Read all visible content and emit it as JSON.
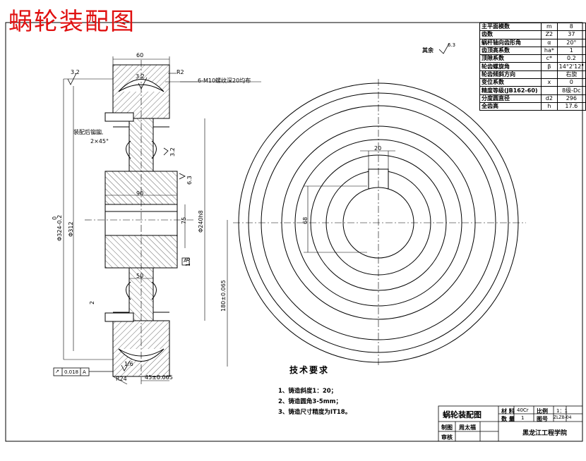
{
  "title": "蜗轮装配图",
  "params_table": [
    [
      "主平面模数",
      "m",
      "8"
    ],
    [
      "齿数",
      "Z2",
      "37"
    ],
    [
      "蜗杆轴向齿形角",
      "α",
      "20°"
    ],
    [
      "齿顶高系数",
      "ha*",
      "1"
    ],
    [
      "顶隙系数",
      "c*",
      "0.2"
    ],
    [
      "轮齿螺旋角",
      "β",
      "14°2'12\""
    ],
    [
      "轮齿倾斜方向",
      "",
      "右旋"
    ],
    [
      "变位系数",
      "x",
      "0"
    ],
    [
      "精度等级(JB162-60)",
      "",
      "8级-Dc"
    ],
    [
      "分度圆直径",
      "d2",
      "296"
    ],
    [
      "全齿高",
      "h",
      "17.6"
    ]
  ],
  "roughness": {
    "other_label": "其余",
    "other_value": "6.3",
    "r1": "3.2",
    "r2": "3.2",
    "r3": "3.2",
    "r4": "6.3",
    "r5": "1.6",
    "r6": "1.6"
  },
  "dims": {
    "d60": "60",
    "r2": "R2",
    "bolt_note": "6-M10螺纹深20均布",
    "rivet_note": "装配后铆铆",
    "chamfer": "2×45°",
    "d90": "90",
    "d50": "50",
    "d75": "75",
    "dia324": "Φ324-0.2",
    "dia324_tol": "0",
    "dia312": "Φ312",
    "dia240": "Φ240h8",
    "d180": "180±0.065",
    "d45": "45±0.065",
    "r24": "R24",
    "d2": "2",
    "tol_frame_1": "↗",
    "tol_frame_2": "0.018",
    "tol_frame_3": "A",
    "datum_a": "A",
    "key_w": "20",
    "key_h": "68"
  },
  "tech": {
    "title": "技术要求",
    "items": [
      "1、铸造斜度1：20；",
      "2、铸造圆角3-5mm；",
      "3、铸造尺寸精度为IT18。"
    ]
  },
  "title_block": {
    "name": "蜗轮装配图",
    "material_label": "材 料",
    "material": "40Cr",
    "scale_label": "比例",
    "scale": "1：1",
    "qty_label": "数 量",
    "qty": "1",
    "drawing_no_label": "图号",
    "drawing_no": "ZLZB-04",
    "drawn_label": "制图",
    "drawn_by": "周太福",
    "checked_label": "审核",
    "school": "黑龙江工程学院"
  }
}
